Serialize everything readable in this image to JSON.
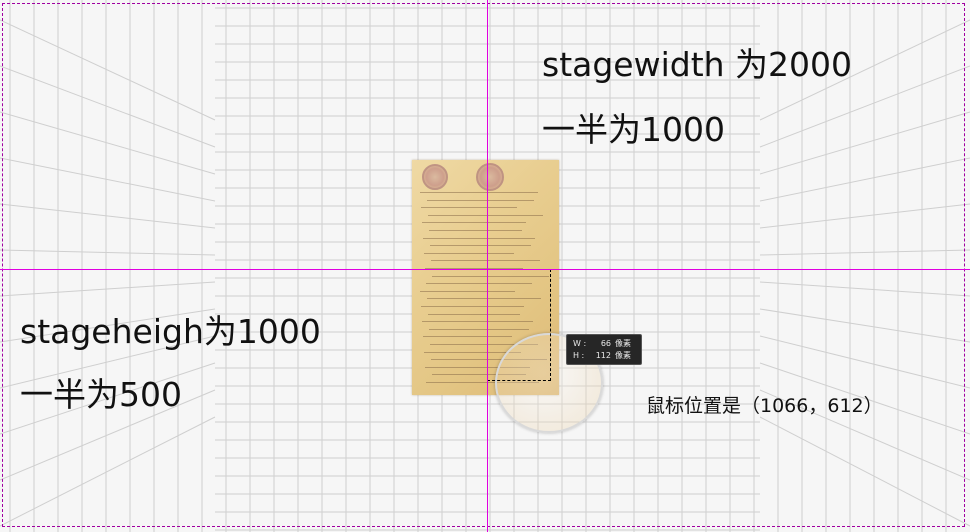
{
  "annotations": {
    "stage_width": "stagewidth 为2000",
    "half_width": "一半为1000",
    "stage_height": "stageheigh为1000",
    "half_height": "一半为500",
    "mouse_position": "鼠标位置是（1066，612）"
  },
  "measure_tooltip": {
    "w_label": "W :",
    "w_value": "66",
    "w_unit": "像素",
    "h_label": "H :",
    "h_value": "112",
    "h_unit": "像素"
  },
  "colors": {
    "guide": "#e000e0",
    "grid": "#cfcfcf",
    "paper": "#e8cd8f",
    "tooltip_bg": "#262626"
  }
}
